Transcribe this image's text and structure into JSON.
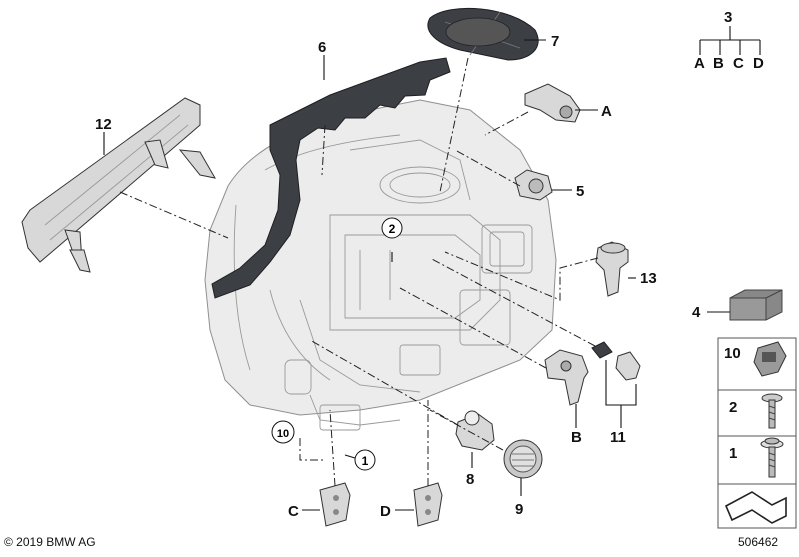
{
  "diagram": {
    "callouts": {
      "c1": "1",
      "c2": "2",
      "c3": "3",
      "c4": "4",
      "c5": "5",
      "c6": "6",
      "c7": "7",
      "c8": "8",
      "c9": "9",
      "c10": "10",
      "c11": "11",
      "c12": "12",
      "c13": "13",
      "cA": "A",
      "cB": "B",
      "cC": "C",
      "cD": "D"
    },
    "variant_group": {
      "label": "3",
      "branches": [
        "A",
        "B",
        "C",
        "D"
      ]
    },
    "legend": [
      {
        "number": "10",
        "part": "clip-icon"
      },
      {
        "number": "2",
        "part": "screw-icon"
      },
      {
        "number": "1",
        "part": "screw-with-washer-icon"
      }
    ],
    "copyright": "© 2019 BMW AG",
    "diagram_number": "506462"
  }
}
